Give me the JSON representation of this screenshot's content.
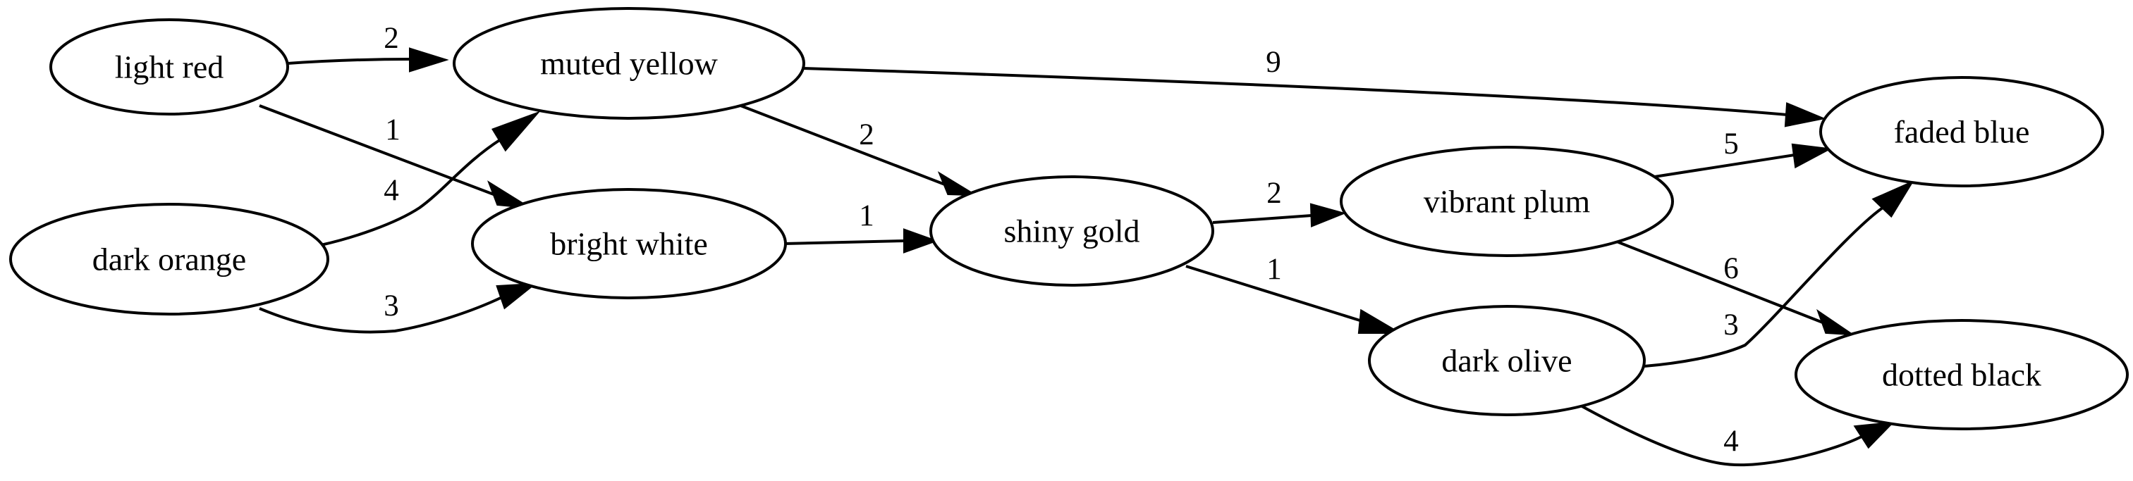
{
  "nodes": [
    {
      "id": "light_red",
      "label": "light red"
    },
    {
      "id": "muted_yellow",
      "label": "muted yellow"
    },
    {
      "id": "dark_orange",
      "label": "dark orange"
    },
    {
      "id": "bright_white",
      "label": "bright white"
    },
    {
      "id": "shiny_gold",
      "label": "shiny gold"
    },
    {
      "id": "vibrant_plum",
      "label": "vibrant plum"
    },
    {
      "id": "dark_olive",
      "label": "dark olive"
    },
    {
      "id": "faded_blue",
      "label": "faded blue"
    },
    {
      "id": "dotted_black",
      "label": "dotted black"
    }
  ],
  "edges": [
    {
      "from": "light_red",
      "to": "muted_yellow",
      "weight": "2"
    },
    {
      "from": "light_red",
      "to": "bright_white",
      "weight": "1"
    },
    {
      "from": "dark_orange",
      "to": "muted_yellow",
      "weight": "4"
    },
    {
      "from": "dark_orange",
      "to": "bright_white",
      "weight": "3"
    },
    {
      "from": "muted_yellow",
      "to": "faded_blue",
      "weight": "9"
    },
    {
      "from": "muted_yellow",
      "to": "shiny_gold",
      "weight": "2"
    },
    {
      "from": "bright_white",
      "to": "shiny_gold",
      "weight": "1"
    },
    {
      "from": "shiny_gold",
      "to": "vibrant_plum",
      "weight": "2"
    },
    {
      "from": "shiny_gold",
      "to": "dark_olive",
      "weight": "1"
    },
    {
      "from": "vibrant_plum",
      "to": "faded_blue",
      "weight": "5"
    },
    {
      "from": "vibrant_plum",
      "to": "dotted_black",
      "weight": "6"
    },
    {
      "from": "dark_olive",
      "to": "faded_blue",
      "weight": "3"
    },
    {
      "from": "dark_olive",
      "to": "dotted_black",
      "weight": "4"
    }
  ]
}
